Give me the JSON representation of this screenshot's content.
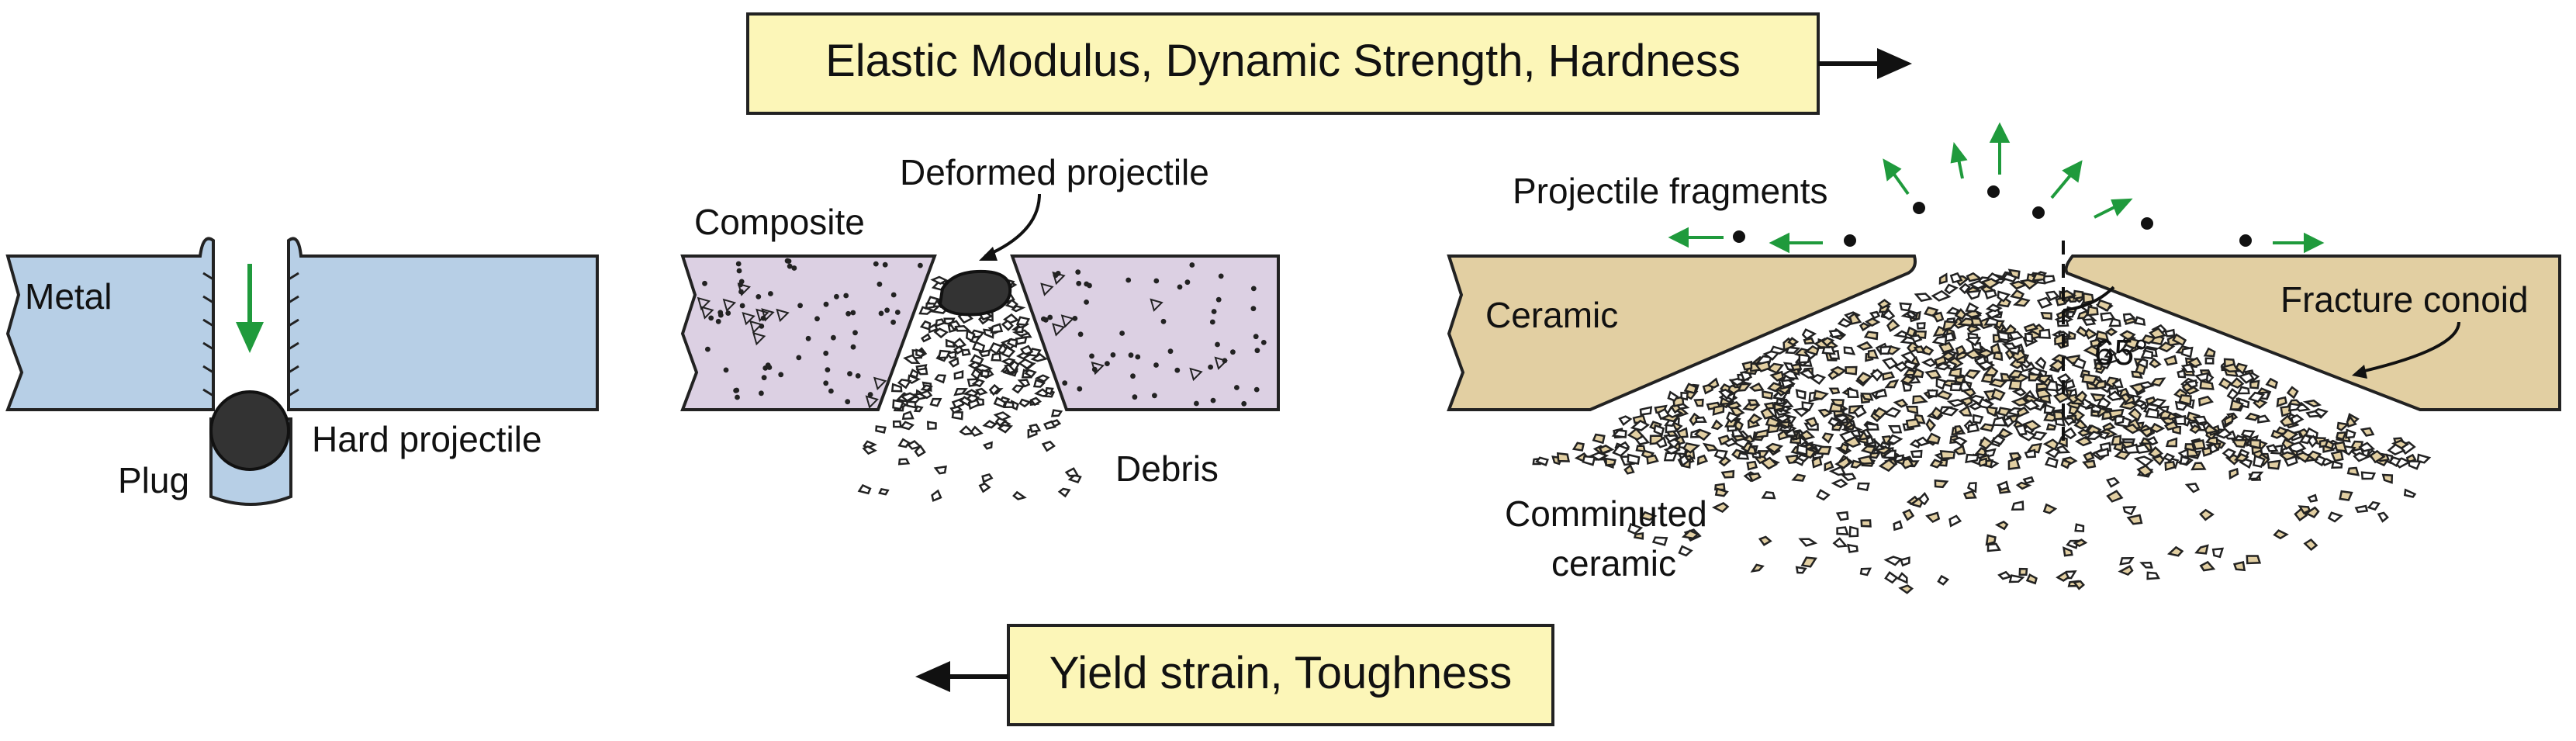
{
  "top_box": {
    "label": "Elastic Modulus, Dynamic Strength, Hardness",
    "arrow": "right"
  },
  "bottom_box": {
    "label": "Yield strain, Toughness",
    "arrow": "left"
  },
  "panels": {
    "metal": {
      "material_label": "Metal",
      "projectile_label": "Hard projectile",
      "plug_label": "Plug"
    },
    "composite": {
      "material_label": "Composite",
      "projectile_label": "Deformed projectile",
      "debris_label": "Debris"
    },
    "ceramic": {
      "material_label": "Ceramic",
      "fragments_label": "Projectile fragments",
      "conoid_label": "Fracture conoid",
      "comminuted_label_line1": "Comminuted",
      "comminuted_label_line2": "ceramic",
      "angle_label": "65°"
    }
  },
  "colors": {
    "metal": "#b7cfe6",
    "composite": "#dcd0e3",
    "ceramic": "#e2cfa2",
    "box_fill": "#fcf6b8",
    "arrow_green": "#1f9a3c",
    "outline": "#222222"
  }
}
